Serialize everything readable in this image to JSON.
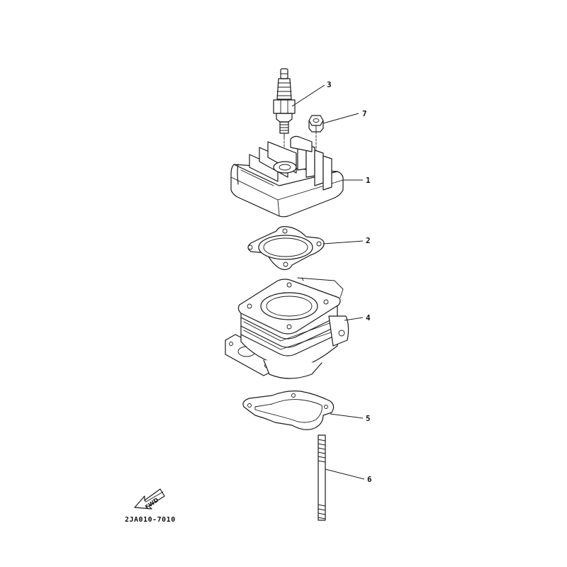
{
  "callouts": [
    {
      "id": "3",
      "label": "3"
    },
    {
      "id": "7",
      "label": "7"
    },
    {
      "id": "1",
      "label": "1"
    },
    {
      "id": "2",
      "label": "2"
    },
    {
      "id": "4",
      "label": "4"
    },
    {
      "id": "5",
      "label": "5"
    },
    {
      "id": "6",
      "label": "6"
    }
  ],
  "fwd_label": "FWD",
  "diagram_code": "2JA010-7010"
}
